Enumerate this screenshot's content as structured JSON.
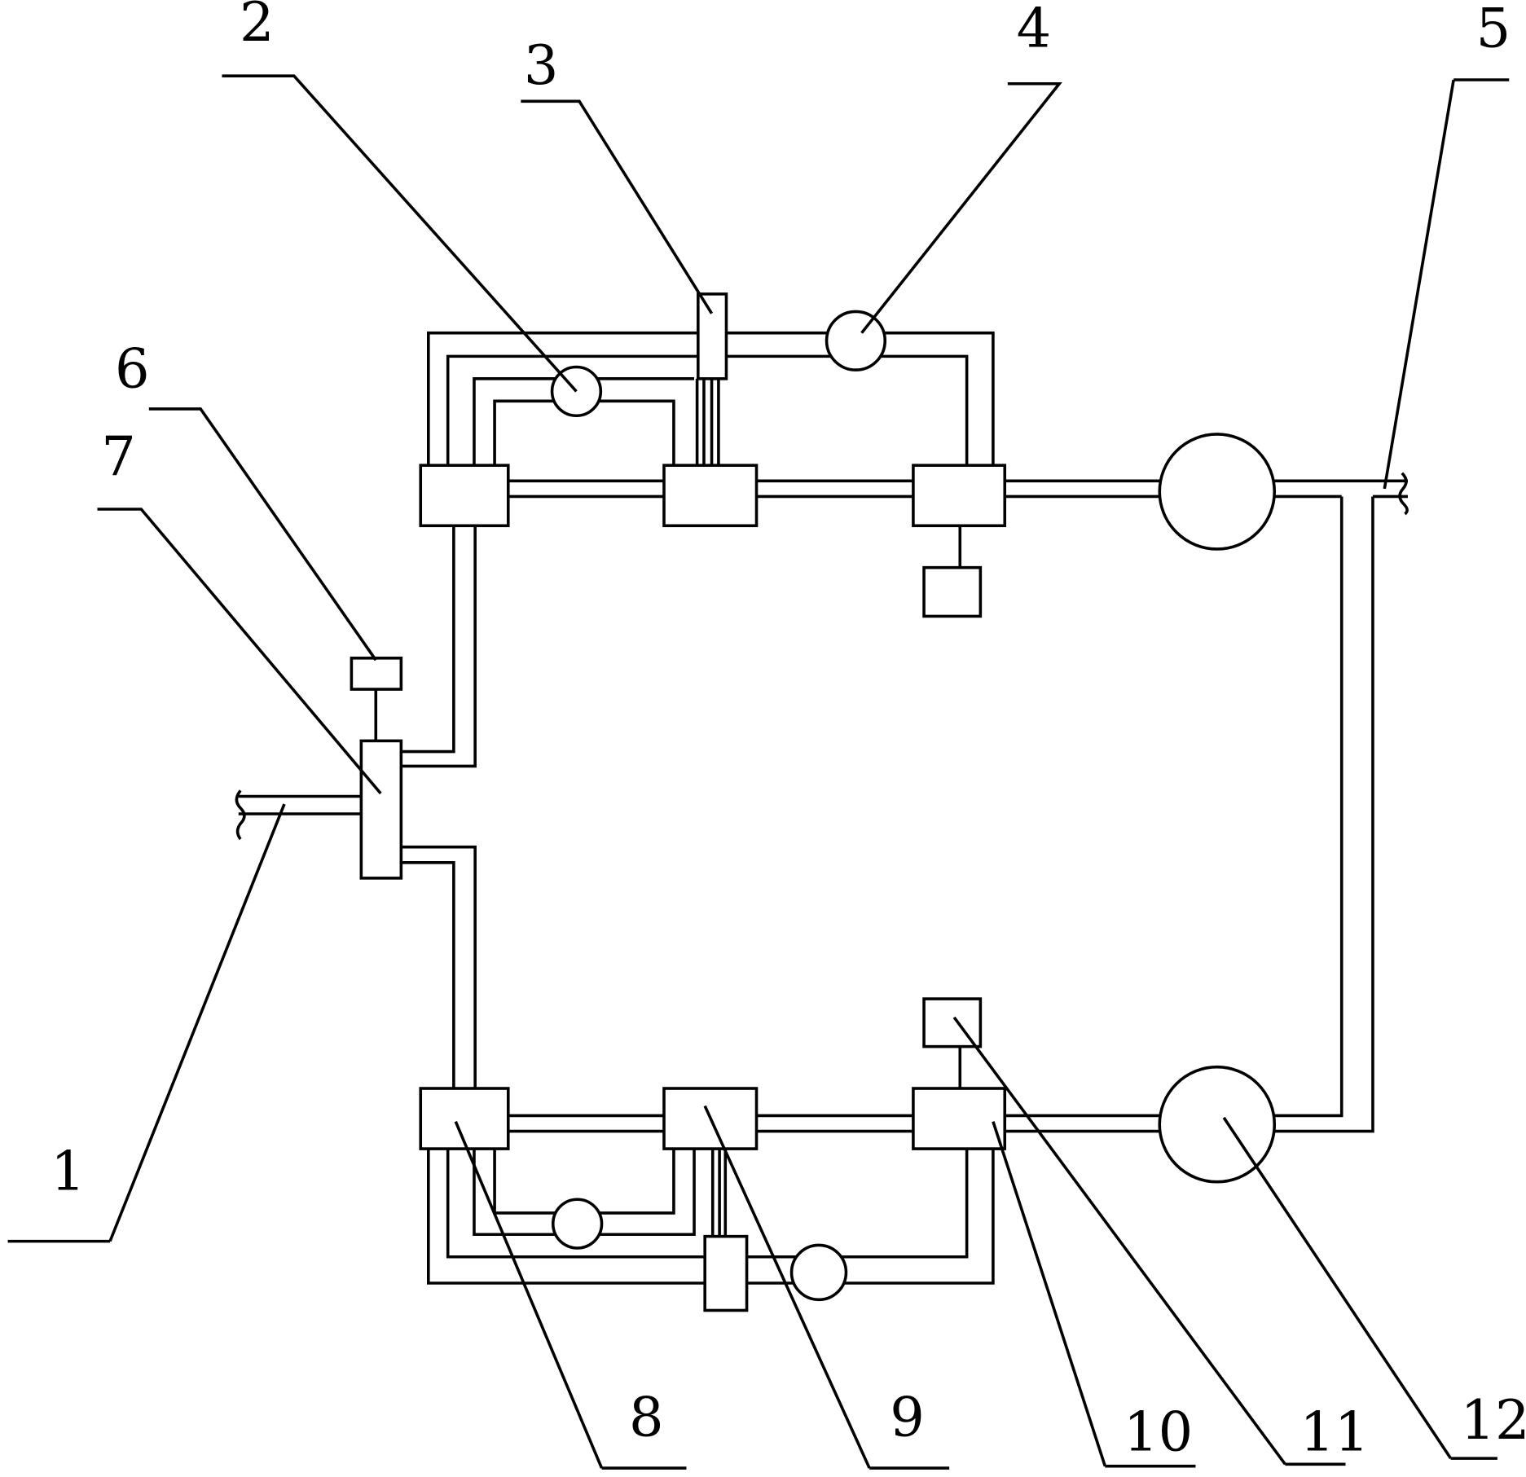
{
  "diagram": {
    "labels": {
      "l1": "1",
      "l2": "2",
      "l3": "3",
      "l4": "4",
      "l5": "5",
      "l6": "6",
      "l7": "7",
      "l8": "8",
      "l9": "9",
      "l10": "10",
      "l11": "11",
      "l12": "12"
    }
  }
}
